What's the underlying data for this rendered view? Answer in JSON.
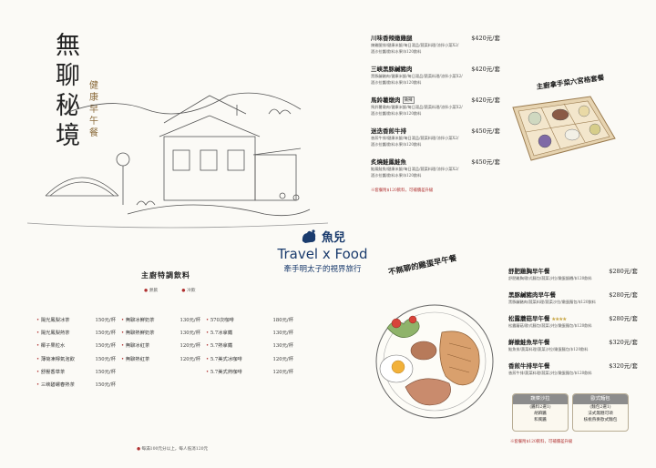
{
  "brand": {
    "name_vertical": [
      "無",
      "聊",
      "秘",
      "境"
    ],
    "tagline": "健康早午餐"
  },
  "main_menu": {
    "items": [
      {
        "name": "川味香辣嫩雞腿",
        "price": "$420元/套",
        "badge": "",
        "desc": [
          "辣雞腿排/健康米飯/每日湯品/蔬菜料理/涼拌小菜X2/",
          "酒沙拉醬/飲料水果/$120飲料"
        ]
      },
      {
        "name": "三峽黑豚鹹豬肉",
        "price": "$420元/套",
        "badge": "",
        "desc": [
          "黑豚鹹豬肉/健康米飯/每日湯品/蔬菜料理/涼拌小菜X2/",
          "酒沙拉醬/飲料水果/$120飲料"
        ]
      },
      {
        "name": "馬鈴薯燉肉",
        "price": "$420元/套",
        "badge": "微辣",
        "desc": [
          "馬鈴薯燉肉/健康米飯/每日湯品/蔬菜料理/涼拌小菜X2/",
          "酒沙拉醬/飲料水果/$120飲料"
        ]
      },
      {
        "name": "迷迭香煎牛排",
        "price": "$450元/套",
        "badge": "",
        "desc": [
          "香煎牛排/健康米飯/每日湯品/蔬菜料理/涼拌小菜X2/",
          "酒沙拉醬/飲料水果/$120飲料"
        ]
      },
      {
        "name": "炙燒鮭鳳鮭魚",
        "price": "$450元/套",
        "badge": "",
        "desc": [
          "鮭鳳鮭魚/健康米飯/每日湯品/蔬菜料理/涼拌小菜X2/",
          "酒沙拉醬/飲料水果/$120飲料"
        ]
      }
    ],
    "note": "※套餐附$120飲料，可補價差升級"
  },
  "set_meal_title": "主廚拿手菜六宮格套餐",
  "logo": {
    "name_cn": "魚兒",
    "name_en": "Travel x Food",
    "subtitle": "牽手明太子的視界旅行"
  },
  "drinks": {
    "title": "主廚特調飲料",
    "legend_hot": "熱飲",
    "legend_cold": "冷飲",
    "columns": [
      [
        {
          "name": "陽光鳳梨冰茶",
          "price": "150元/杯"
        },
        {
          "name": "陽光鳳梨熱茶",
          "price": "150元/杯"
        },
        {
          "name": "椰子果粒水",
          "price": "150元/杯"
        },
        {
          "name": "薄荷凍檸氣泡飲",
          "price": "150元/杯"
        },
        {
          "name": "舒壓香草茶",
          "price": "150元/杯"
        },
        {
          "name": "三峽碧螺春熱茶",
          "price": "150元/杯"
        }
      ],
      [
        {
          "name": "無聊冰鮮奶茶",
          "price": "130元/杯"
        },
        {
          "name": "無聊熱鮮奶茶",
          "price": "130元/杯"
        },
        {
          "name": "無聊冰紅茶",
          "price": "120元/杯"
        },
        {
          "name": "無聊熱紅茶",
          "price": "120元/杯"
        }
      ],
      [
        {
          "name": "570次咖啡",
          "price": "180元/杯"
        },
        {
          "name": "5.7冰拿鐵",
          "price": "130元/杯"
        },
        {
          "name": "5.7熱拿鐵",
          "price": "130元/杯"
        },
        {
          "name": "5.7美式冰咖啡",
          "price": "120元/杯"
        },
        {
          "name": "5.7美式熱咖啡",
          "price": "120元/杯"
        }
      ]
    ],
    "note": "每滿100元分以上，每人低消120元"
  },
  "brunch": {
    "title": "不無聊的雞蛋早午餐",
    "items": [
      {
        "name": "舒肥雞胸早午餐",
        "price": "$280元/套",
        "stars": "",
        "desc": [
          "舒肥雞胸/歐式麵包/蔬菜沙拉/嫩蛋飯糰/$120飲料"
        ]
      },
      {
        "name": "黑豚鹹豬肉早午餐",
        "price": "$280元/套",
        "stars": "",
        "desc": [
          "黑豚鹹豬肉/蔬菜料理/蔬菜沙拉/嫩蛋麵包/$120飲料"
        ]
      },
      {
        "name": "松露蘑菇早午餐",
        "price": "$280元/套",
        "stars": "★★★★",
        "desc": [
          "松露蘑菇/歐式麵包/蔬菜沙拉/嫩蛋麵包/$120飲料"
        ]
      },
      {
        "name": "鮮嫩鮭魚早午餐",
        "price": "$320元/套",
        "stars": "",
        "desc": [
          "鮭魚排/蔬菜料理/蔬菜沙拉/嫩蛋麵包/$120飲料"
        ]
      },
      {
        "name": "香煎牛排早午餐",
        "price": "$320元/套",
        "stars": "",
        "desc": [
          "香煎牛排/蔬菜料理/蔬菜沙拉/嫩蛋麵包/$120飲料"
        ]
      }
    ],
    "choices": [
      {
        "title": "蔬菜沙拉",
        "lines": [
          "(醬料2選1)",
          "胡麻醬",
          "和風醬"
        ]
      },
      {
        "title": "歐式麵包",
        "lines": [
          "(麵包2選1)",
          "法式無糖可頌",
          "核桃燕麥歐式麵包"
        ]
      }
    ],
    "note": "※套餐附$120飲料，可補價差升級"
  },
  "colors": {
    "accent_red": "#b03030",
    "logo_blue": "#1a3b6d"
  }
}
